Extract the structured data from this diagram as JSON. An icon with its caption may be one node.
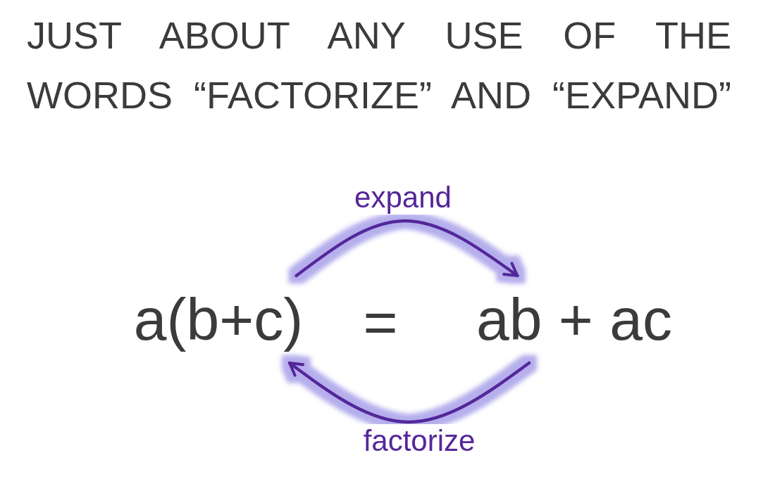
{
  "diagram": {
    "title": "JUST ABOUT ANY USE OF THE WORDS “FACTORIZE” AND “EXPAND”",
    "nodes": [
      {
        "text": [
          "a(b+c)"
        ]
      },
      {
        "text": [
          "ab + ac"
        ]
      }
    ],
    "edges": [
      {
        "from": 0,
        "to": 1,
        "arrow": "to",
        "label": "expand"
      },
      {
        "from": 1,
        "to": 0,
        "arrow": "to",
        "label": "factorize"
      }
    ],
    "labels": [
      "="
    ]
  }
}
